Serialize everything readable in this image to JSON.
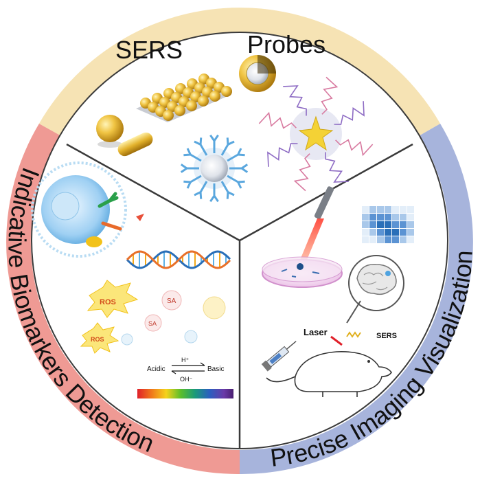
{
  "colors": {
    "ring_top": "#f6e3b4",
    "ring_left": "#ef9a94",
    "ring_right": "#a7b4dc",
    "divider": "#3a3a3a",
    "ring_text": "#111111",
    "gold": "#d9a521",
    "gold_light": "#f3cd55",
    "antibody_blue": "#5aa7de",
    "heat_blue": "#2a6fb8"
  },
  "ring": {
    "top_left_word": "SERS",
    "top_right_word": "Probes",
    "left_label": "Indicative Biomarkers Detection",
    "right_label": "Precise Imaging Visualization"
  },
  "probes": {
    "icons": [
      "gold-nanosphere-icon",
      "gold-nanorod-icon",
      "nanoparticle-array-icon",
      "core-shell-particle-icon",
      "antibody-nanoparticle-icon",
      "dna-star-nanoparticle-icon"
    ]
  },
  "biomarkers": {
    "ros_label_1": "ROS",
    "ros_label_2": "ROS",
    "sa_label_1": "SA",
    "sa_label_2": "SA",
    "acidic_label": "Acidic",
    "basic_label": "Basic",
    "h_plus_label": "H⁺",
    "oh_minus_label": "OH⁻"
  },
  "imaging": {
    "laser_label": "Laser",
    "sers_label": "SERS"
  }
}
